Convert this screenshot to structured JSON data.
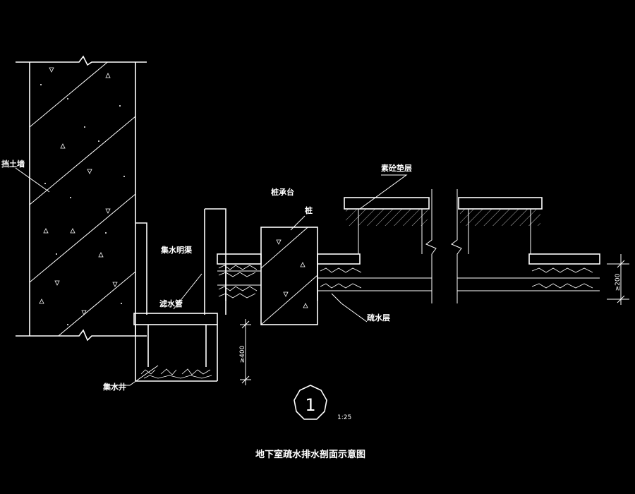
{
  "labels": {
    "retaining_wall": "挡土墙",
    "pile_cap": "桩承台",
    "pile": "桩",
    "concrete_cushion": "素砼垫层",
    "open_channel": "集水明渠",
    "drain_pipe": "滤水管",
    "drainage_layer": "疏水层",
    "sump": "集水井",
    "dim_400": "≥400",
    "dim_200": "≥200"
  },
  "detail": {
    "number": "1",
    "scale": "1:25"
  },
  "title": "地下室疏水排水剖面示意图",
  "colors": {
    "background": "#000000",
    "line": "#ffffff"
  }
}
